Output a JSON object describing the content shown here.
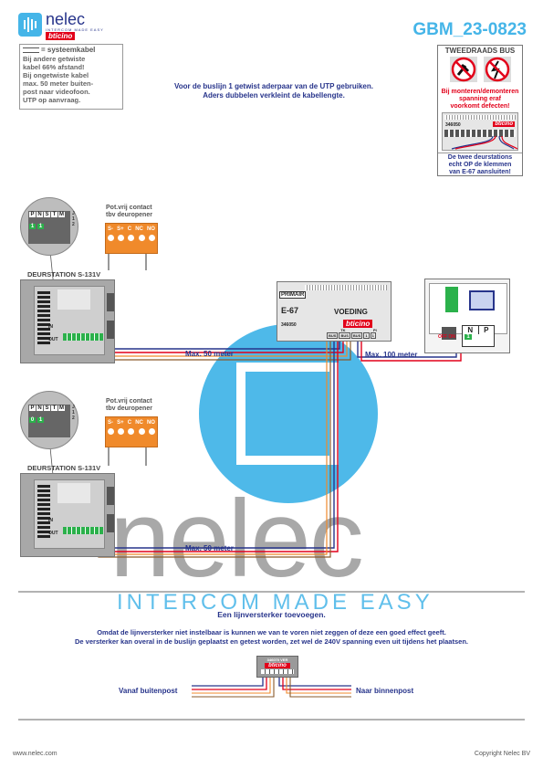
{
  "header": {
    "brand_name": "nelec",
    "brand_tagline": "INTERCOM MADE EASY",
    "brand_partner": "bticino",
    "doc_code": "GBM_23-0823"
  },
  "notice_box": {
    "legend_label": "= systeemkabel",
    "lines": [
      "Bij andere getwiste",
      "kabel 66% afstand!",
      "Bij ongetwiste kabel",
      "max. 50 meter buiten-",
      "post naar videofoon.",
      "UTP op aanvraag."
    ]
  },
  "intro_text": [
    "Voor de buslijn 1 getwist aderpaar van de UTP gebruiken.",
    "Aders dubbelen verkleint de kabellengte."
  ],
  "tweedraads_box": {
    "title": "TWEEDRAADS BUS",
    "warning": [
      "Bij monteren/demonteren",
      "spanning eraf",
      "voorkomt defecten!"
    ],
    "module_code": "346050",
    "module_brand": "bticino",
    "note": [
      "De twee deurstations",
      "echt OP de klemmen",
      "van E-67 aansluiten!"
    ]
  },
  "door_station_1": {
    "title": "DEURSTATION S-131V",
    "zoom_labels": [
      "P",
      "N",
      "S",
      "T",
      "M"
    ],
    "zoom_switch": [
      "1",
      "1"
    ],
    "zoom_side": [
      "J",
      "1",
      "2"
    ],
    "contact_label": [
      "Pot.vrij contact",
      "tbv deuropener"
    ],
    "contact_terminals": [
      "S-",
      "S+",
      "C",
      "NC",
      "NO"
    ],
    "in_label": "IN",
    "out_label": "OUT",
    "distance": "Max. 50 meter"
  },
  "door_station_2": {
    "title": "DEURSTATION S-131V",
    "zoom_labels": [
      "P",
      "N",
      "S",
      "T",
      "M"
    ],
    "zoom_switch": [
      "0",
      "1"
    ],
    "zoom_side": [
      "J",
      "1",
      "2"
    ],
    "contact_label": [
      "Pot.vrij contact",
      "tbv deuropener"
    ],
    "contact_terminals": [
      "S-",
      "S+",
      "C",
      "NC",
      "NO"
    ],
    "in_label": "IN",
    "out_label": "OUT",
    "distance": "Max. 50 meter"
  },
  "power_supply": {
    "primary_label": "PRIMAIR",
    "model": "E-67",
    "name": "VOEDING",
    "code": "346050",
    "brand": "bticino",
    "terminal_groups": [
      "TK",
      "PI"
    ],
    "terminals": [
      "BUS",
      "BUS",
      "BUS",
      "1",
      "1"
    ],
    "distance": "Max. 100 meter"
  },
  "videophone": {
    "terminals": [
      "N",
      "P"
    ],
    "switch": [
      "1"
    ],
    "off_on": "OFF ON"
  },
  "watermark": {
    "word": "nelec",
    "tagline": "INTERCOM MADE EASY"
  },
  "amplifier_section": {
    "title": "Een lijnversterker toevoegen.",
    "paragraph": [
      "Omdat de lijnversterker niet instelbaar is kunnen we van te voren niet zeggen of deze een goed effect geeft.",
      "De versterker kan overal in de buslijn geplaatst en getest worden, zet wel de 240V spanning even uit tijdens het plaatsen."
    ],
    "device_label": "346070 VER",
    "device_brand": "bticino",
    "left_label": "Vanaf buitenpost",
    "right_label": "Naar binnenpost"
  },
  "footer": {
    "website": "www.nelec.com",
    "copyright": "Copyright Nelec BV"
  },
  "colors": {
    "brand_blue": "#27348b",
    "accent_red": "#e2001a",
    "watermark_blue": "#45b5e8",
    "contact_orange": "#f08a2b",
    "terminal_green": "#2bb14b"
  }
}
